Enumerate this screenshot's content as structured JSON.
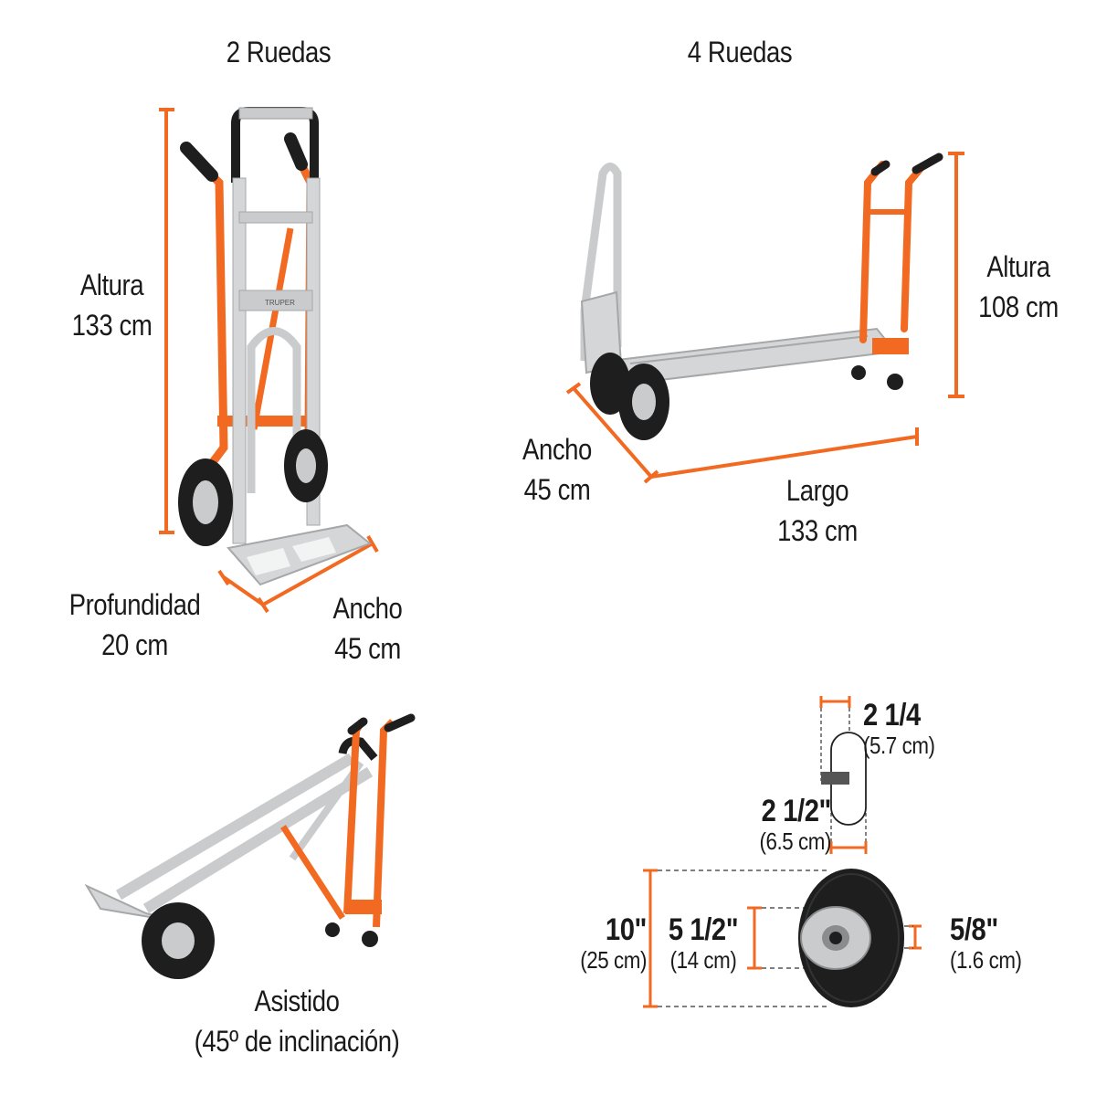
{
  "sections": {
    "two_wheels": {
      "title": "2 Ruedas",
      "height_label": "Altura",
      "height_value": "133 cm",
      "depth_label": "Profundidad",
      "depth_value": "20 cm",
      "width_label": "Ancho",
      "width_value": "45 cm",
      "brand_plate": "TRUPER"
    },
    "four_wheels": {
      "title": "4 Ruedas",
      "height_label": "Altura",
      "height_value": "108 cm",
      "width_label": "Ancho",
      "width_value": "45 cm",
      "length_label": "Largo",
      "length_value": "133 cm"
    },
    "assisted": {
      "label": "Asistido",
      "detail": "(45º de inclinación)"
    },
    "wheel_specs": {
      "tread_width_in": "2 1/4",
      "tread_width_cm": "(5.7 cm)",
      "hub_width_in": "2 1/2\"",
      "hub_width_cm": "(6.5 cm)",
      "diameter_in": "10\"",
      "diameter_cm": "(25 cm)",
      "rim_in": "5 1/2\"",
      "rim_cm": "(14 cm)",
      "axle_in": "5/8\"",
      "axle_cm": "(1.6 cm)"
    }
  },
  "colors": {
    "accent": "#F26A21",
    "aluminum": "#C9CBCD",
    "tire": "#1E1E1E",
    "text": "#1A1A1A"
  }
}
